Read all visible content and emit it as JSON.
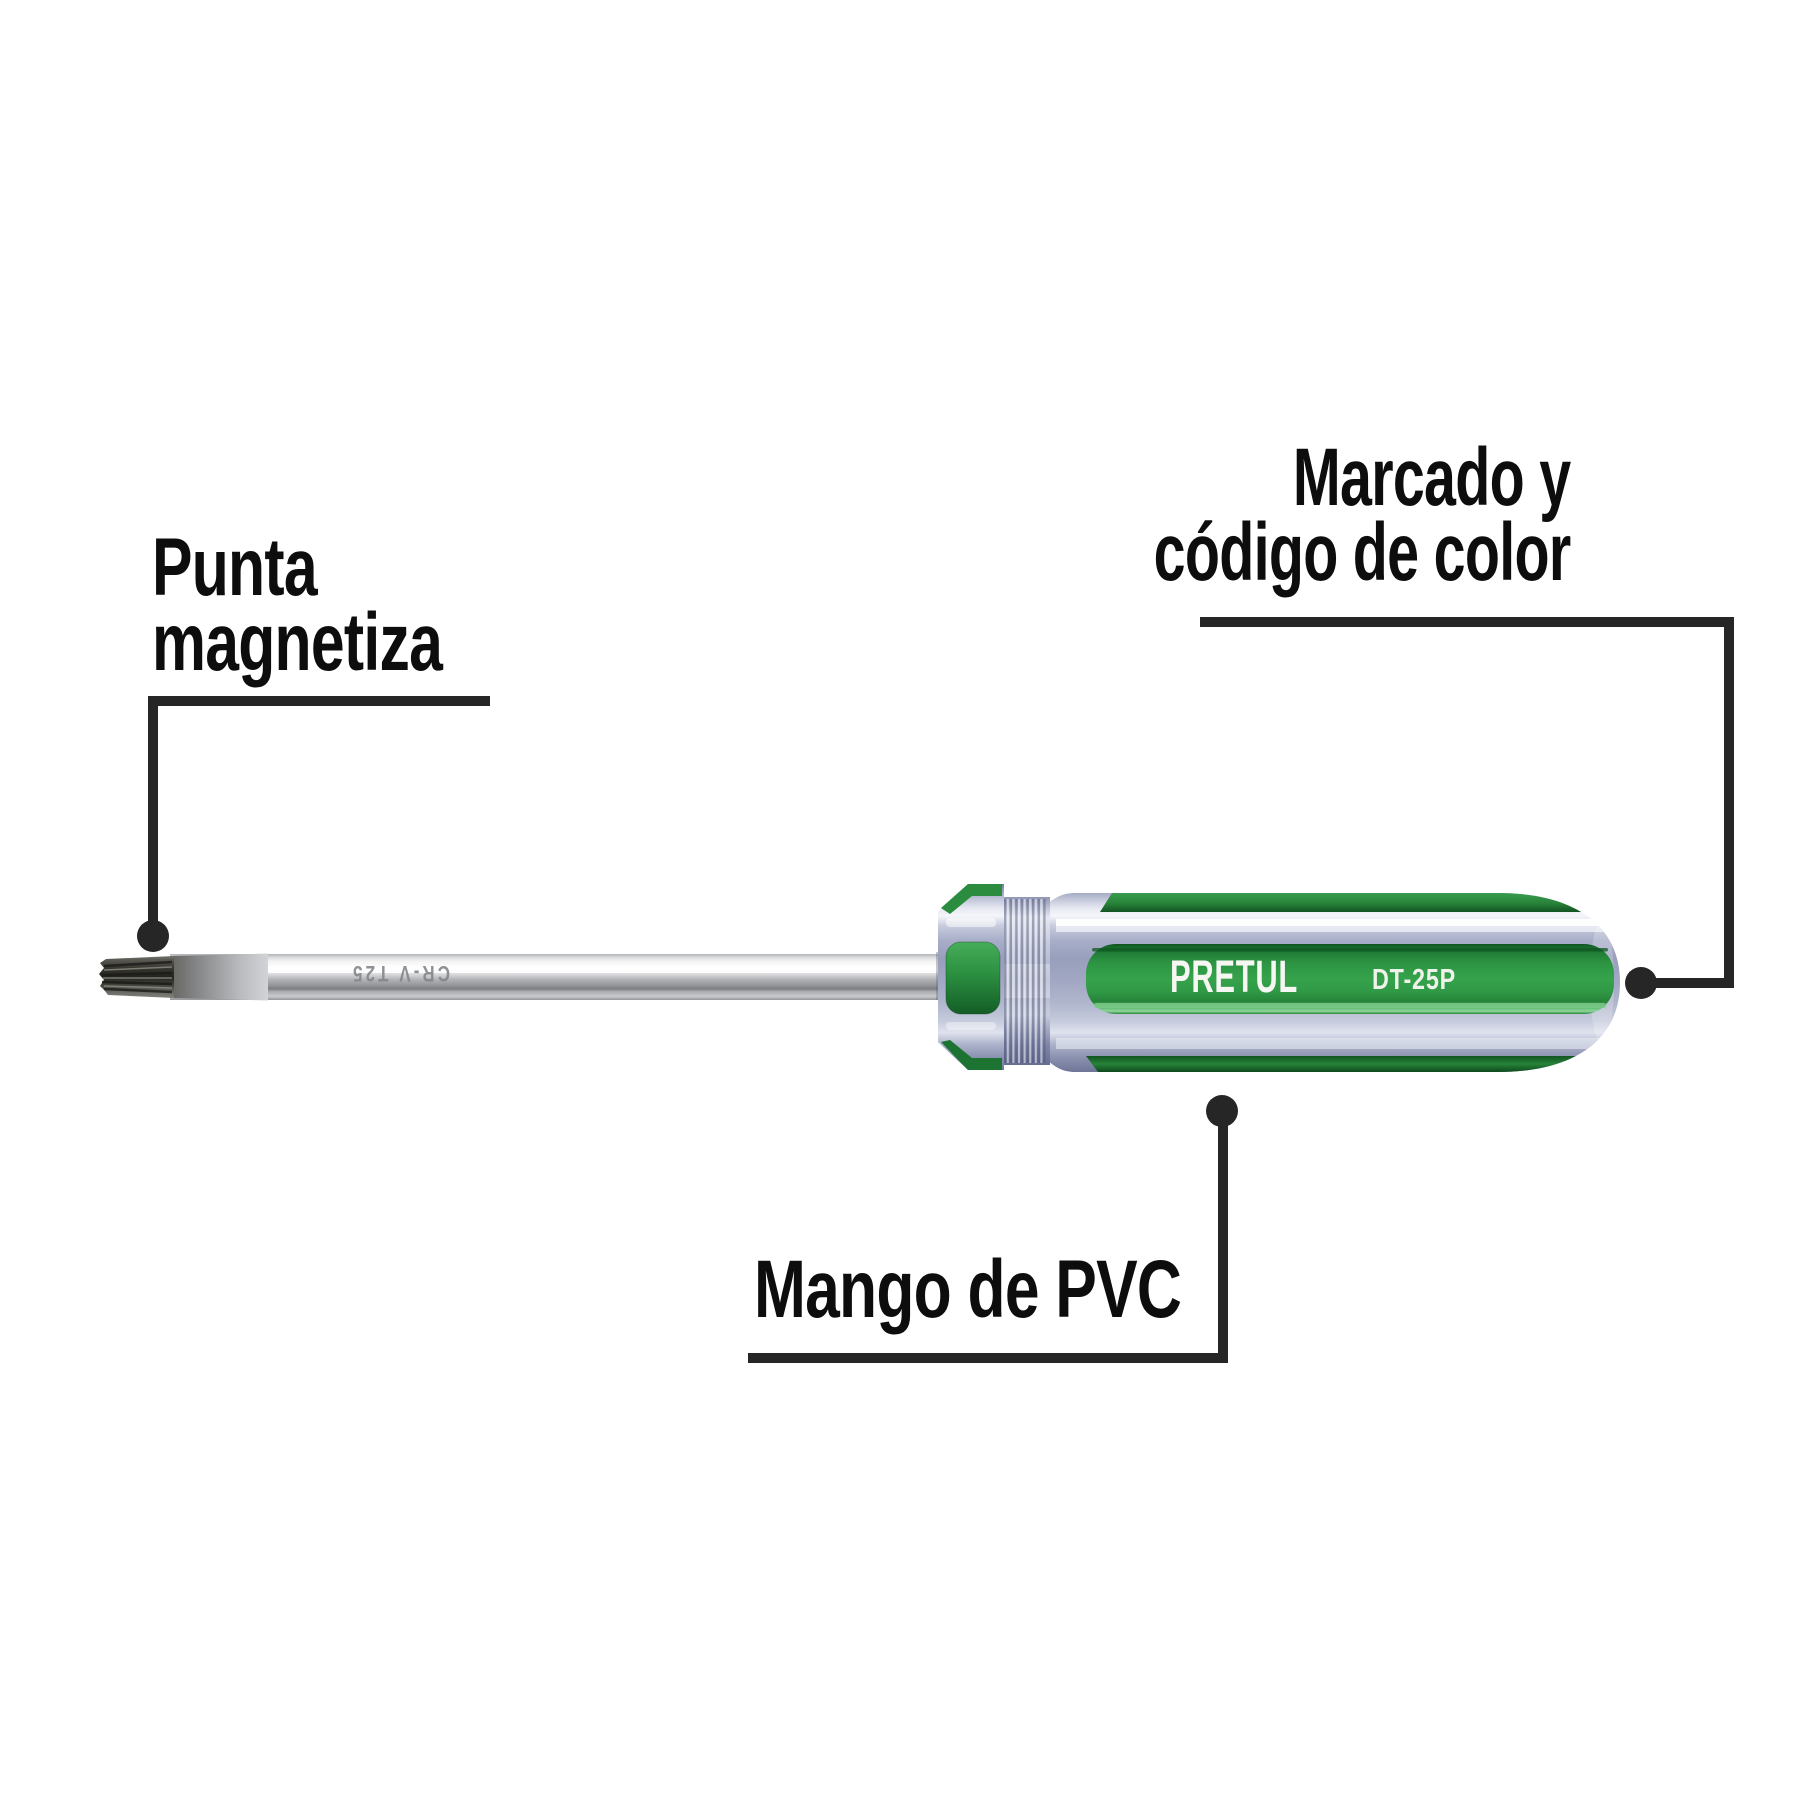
{
  "page": {
    "type": "product-annotation-diagram",
    "background": "#ffffff"
  },
  "product": {
    "brand": "PRETUL",
    "model": "DT-25P",
    "shaft_marking": "CR-V T25"
  },
  "callouts": {
    "tip": {
      "line1": "Punta",
      "line2": "magnetiza"
    },
    "marking": {
      "line1": "Marcado y",
      "line2": "código de color"
    },
    "handle": {
      "line1": "Mango de PVC"
    }
  },
  "colors": {
    "accent_green": "#2e9242",
    "handle_clear_pvc": "#aab0c8",
    "callout_line": "#262626",
    "label_text": "#0d0d0d",
    "brand_text": "#f6f7f2",
    "shaft_silver": "#c9cacd"
  }
}
